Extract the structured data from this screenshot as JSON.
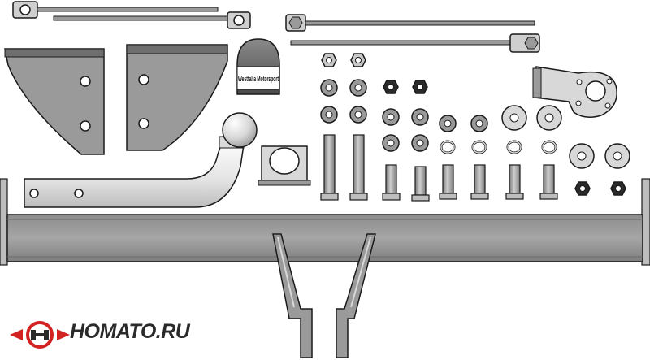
{
  "image": {
    "subject": "towbar-kit-parts",
    "colors": {
      "metal": "#9a9a9a",
      "metal_dark": "#6f6f6f",
      "metal_light": "#d8d8d8",
      "outline": "#1a1a1a",
      "logo_red": "#d32222"
    }
  },
  "tow_cap": {
    "label": "Westfalia Motorsport"
  },
  "logo": {
    "text": "HOMATO.RU"
  }
}
